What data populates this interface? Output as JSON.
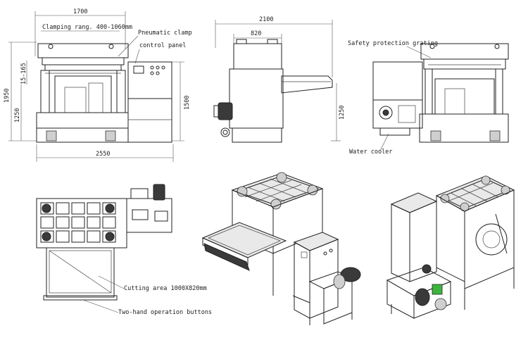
{
  "dimensions": {
    "front_width_top": "1700",
    "clamping_range": "Clamping rang. 400-1060mm",
    "pneumatic_clamp": "Pneumatic clamp",
    "control_panel": "control panel",
    "small_range": "15-165",
    "height_total": "1950",
    "height_table": "1250",
    "height_right": "1500",
    "front_width_bottom": "2550",
    "side_width_total": "2100",
    "side_width_body": "820",
    "side_height": "1250",
    "safety_grating": "Safety protection grating",
    "water_cooler": "Water cooler",
    "cutting_area": "Cutting area 1000X820mm",
    "two_hand_buttons": "Two-hand operation buttons"
  },
  "colors": {
    "line": "#222222",
    "green_part": "#3db53d"
  }
}
